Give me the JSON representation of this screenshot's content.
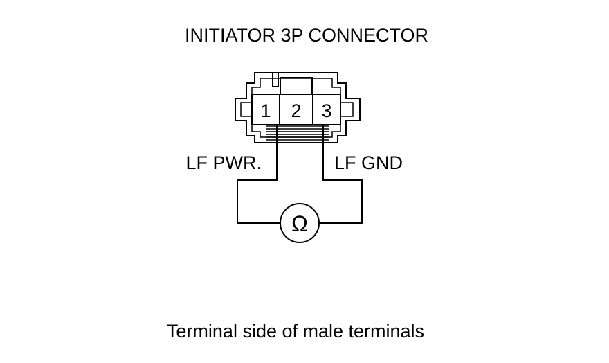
{
  "diagram": {
    "title": "INITIATOR 3P CONNECTOR",
    "terminals": [
      "1",
      "2",
      "3"
    ],
    "left_wire_label": "LF PWR.",
    "right_wire_label": "LF GND",
    "meter_symbol": "Ω",
    "meter_icon": "ohmmeter-icon",
    "caption": "Terminal side of male terminals"
  }
}
